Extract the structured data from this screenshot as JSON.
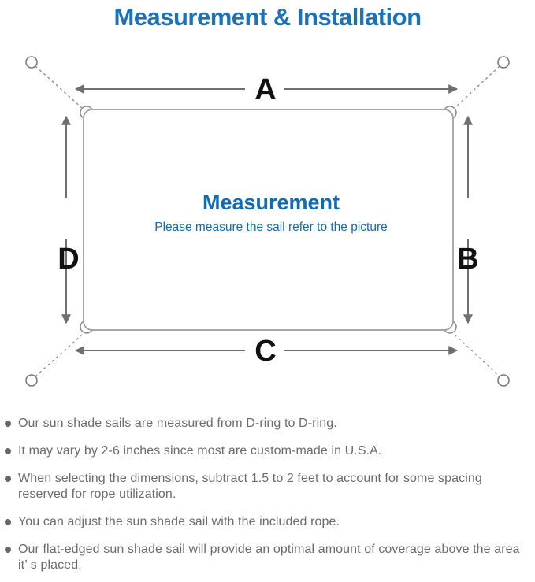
{
  "title": "Measurement & Installation",
  "diagram": {
    "labels": {
      "a": "A",
      "b": "B",
      "c": "C",
      "d": "D"
    },
    "center_title": "Measurement",
    "center_subtitle": "Please measure the sail refer to the picture"
  },
  "instructions": [
    "Our sun shade sails are measured from D-ring to D-ring.",
    "It may vary by 2-6 inches since most are custom-made in U.S.A.",
    "When selecting the dimensions, subtract 1.5 to 2 feet to account for some spacing reserved for rope utilization.",
    "You can adjust the sun shade sail with the included rope.",
    "Our flat-edged sun shade sail will provide an optimal amount of coverage above the area it’ s placed."
  ],
  "colors": {
    "title_blue": "#1a73b8",
    "center_blue": "#0f6cb4",
    "label_black": "#111111",
    "arrow_gray": "#6f6f6f",
    "outline_gray": "#9c9c9c",
    "text_gray": "#6b6b6b"
  }
}
